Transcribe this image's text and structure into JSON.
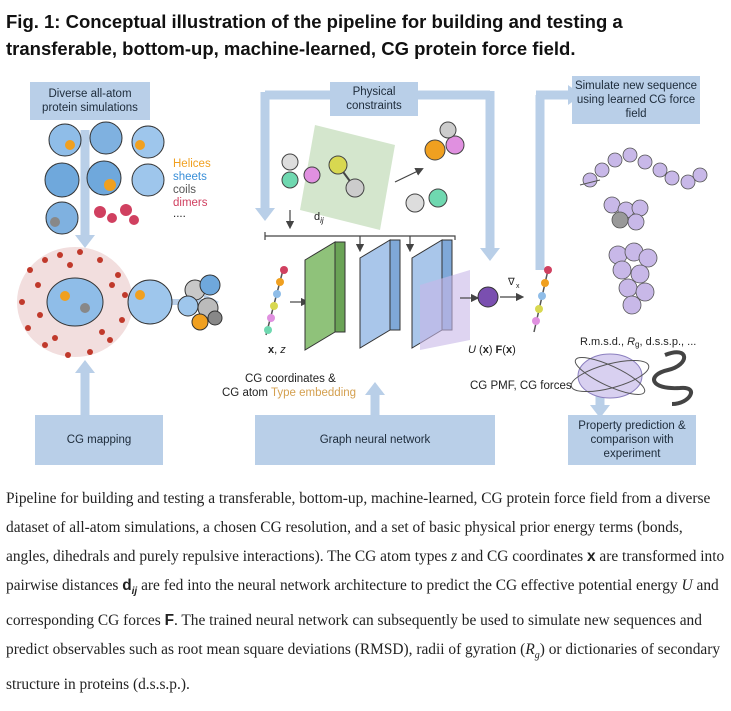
{
  "figure": {
    "title": "Fig. 1: Conceptual illustration of the pipeline for building and testing a transferable, bottom-up, machine-learned, CG protein force field.",
    "boxes": {
      "all_atom": "Diverse all-atom protein simulations",
      "physical": "Physical constraints",
      "simulate": "Simulate new sequence using learned CG force field",
      "cg_mapping": "CG mapping",
      "gnn": "Graph neural network",
      "property": "Property prediction & comparison with experiment"
    },
    "legend": {
      "helices": "Helices",
      "sheets": "sheets",
      "coils": "coils",
      "dimers": "dimers",
      "more": "....",
      "colors": {
        "helices": "#f0a020",
        "sheets": "#3a8fd8",
        "coils": "#555555",
        "dimers": "#d04060"
      }
    },
    "labels": {
      "dij": "dij",
      "xz": "x, z",
      "cg_coords": "CG coordinates &",
      "cg_atom": "CG atom",
      "type_embedding": "Type embedding",
      "u_f": "U (x)  F(x)",
      "grad": "∇x",
      "pmf": "CG PMF, CG forces",
      "rmsd": "R.m.s.d., Rg, d.s.s.p., ..."
    },
    "icons": [
      "protein-structure-icon",
      "cg-bead-chain-icon",
      "neural-layer-icon",
      "energy-node-icon",
      "helix-ribbon-icon"
    ]
  },
  "caption": {
    "p1": "Pipeline for building and testing a transferable, bottom-up, machine-learned, CG protein force field from a diverse dataset of all-atom simulations, a chosen CG resolution, and a set of basic physical prior energy terms (bonds, angles, dihedrals and purely repulsive interactions). The CG atom types ",
    "z": "z",
    "p2": " and CG coordinates ",
    "x": "x",
    "p3": " are transformed into pairwise distances ",
    "dij": "dij",
    "p4": " are fed into the neural network architecture to predict the CG effective potential energy ",
    "U": "U",
    "p5": " and corresponding CG forces ",
    "F": "F",
    "p6": ". The trained neural network can subsequently be used to simulate new sequences and predict observables such as root mean square deviations (RMSD), radii of gyration (",
    "Rg": "Rg",
    "p7": ") or dictionaries of secondary structure in proteins (d.s.s.p.)."
  }
}
